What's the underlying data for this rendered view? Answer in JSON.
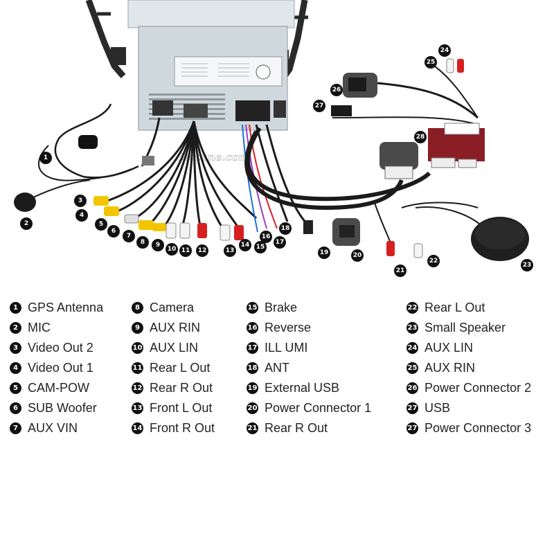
{
  "watermark": "Seicane.com",
  "colors": {
    "badge": "#111111",
    "cable": "#1b1b1b",
    "rca_yellow": "#f2c500",
    "rca_white": "#f4f4f4",
    "rca_red": "#d62020",
    "unit_body": "#cfd8dc",
    "bracket": "#2a2a2a",
    "fabric": "#4a4a4a",
    "decoder_box": "#8b1d24"
  },
  "components": [
    {
      "id": 1,
      "label": "GPS Antenna"
    },
    {
      "id": 2,
      "label": "MIC"
    },
    {
      "id": 3,
      "label": "Video Out 2"
    },
    {
      "id": 4,
      "label": "Video Out 1"
    },
    {
      "id": 5,
      "label": "CAM-POW"
    },
    {
      "id": 6,
      "label": "SUB Woofer"
    },
    {
      "id": 7,
      "label": "AUX VIN"
    },
    {
      "id": 8,
      "label": "Camera"
    },
    {
      "id": 9,
      "label": "AUX RIN"
    },
    {
      "id": 10,
      "label": "AUX LIN"
    },
    {
      "id": 11,
      "label": "Rear L Out"
    },
    {
      "id": 12,
      "label": "Rear R Out"
    },
    {
      "id": 13,
      "label": "Front L Out"
    },
    {
      "id": 14,
      "label": "Front R Out"
    },
    {
      "id": 15,
      "label": "Brake"
    },
    {
      "id": 16,
      "label": "Reverse"
    },
    {
      "id": 17,
      "label": "ILL UMI"
    },
    {
      "id": 18,
      "label": "ANT"
    },
    {
      "id": 19,
      "label": "External USB"
    },
    {
      "id": 20,
      "label": "Power Connector 1"
    },
    {
      "id": 21,
      "label": "Rear R Out"
    },
    {
      "id": 22,
      "label": "Rear L Out"
    },
    {
      "id": 23,
      "label": "Small Speaker"
    },
    {
      "id": 24,
      "label": "AUX LIN"
    },
    {
      "id": 25,
      "label": "AUX RIN"
    },
    {
      "id": 26,
      "label": "Power Connector 2"
    },
    {
      "id": 27,
      "label": "USB"
    },
    {
      "id": 27,
      "label": "Power Connector 3"
    }
  ],
  "diagram_callouts": [
    "1",
    "2",
    "3",
    "4",
    "5",
    "6",
    "7",
    "8",
    "9",
    "10",
    "11",
    "12",
    "13",
    "14",
    "15",
    "16",
    "17",
    "18",
    "19",
    "20",
    "21",
    "22",
    "23",
    "24",
    "25",
    "26",
    "27",
    "28"
  ]
}
